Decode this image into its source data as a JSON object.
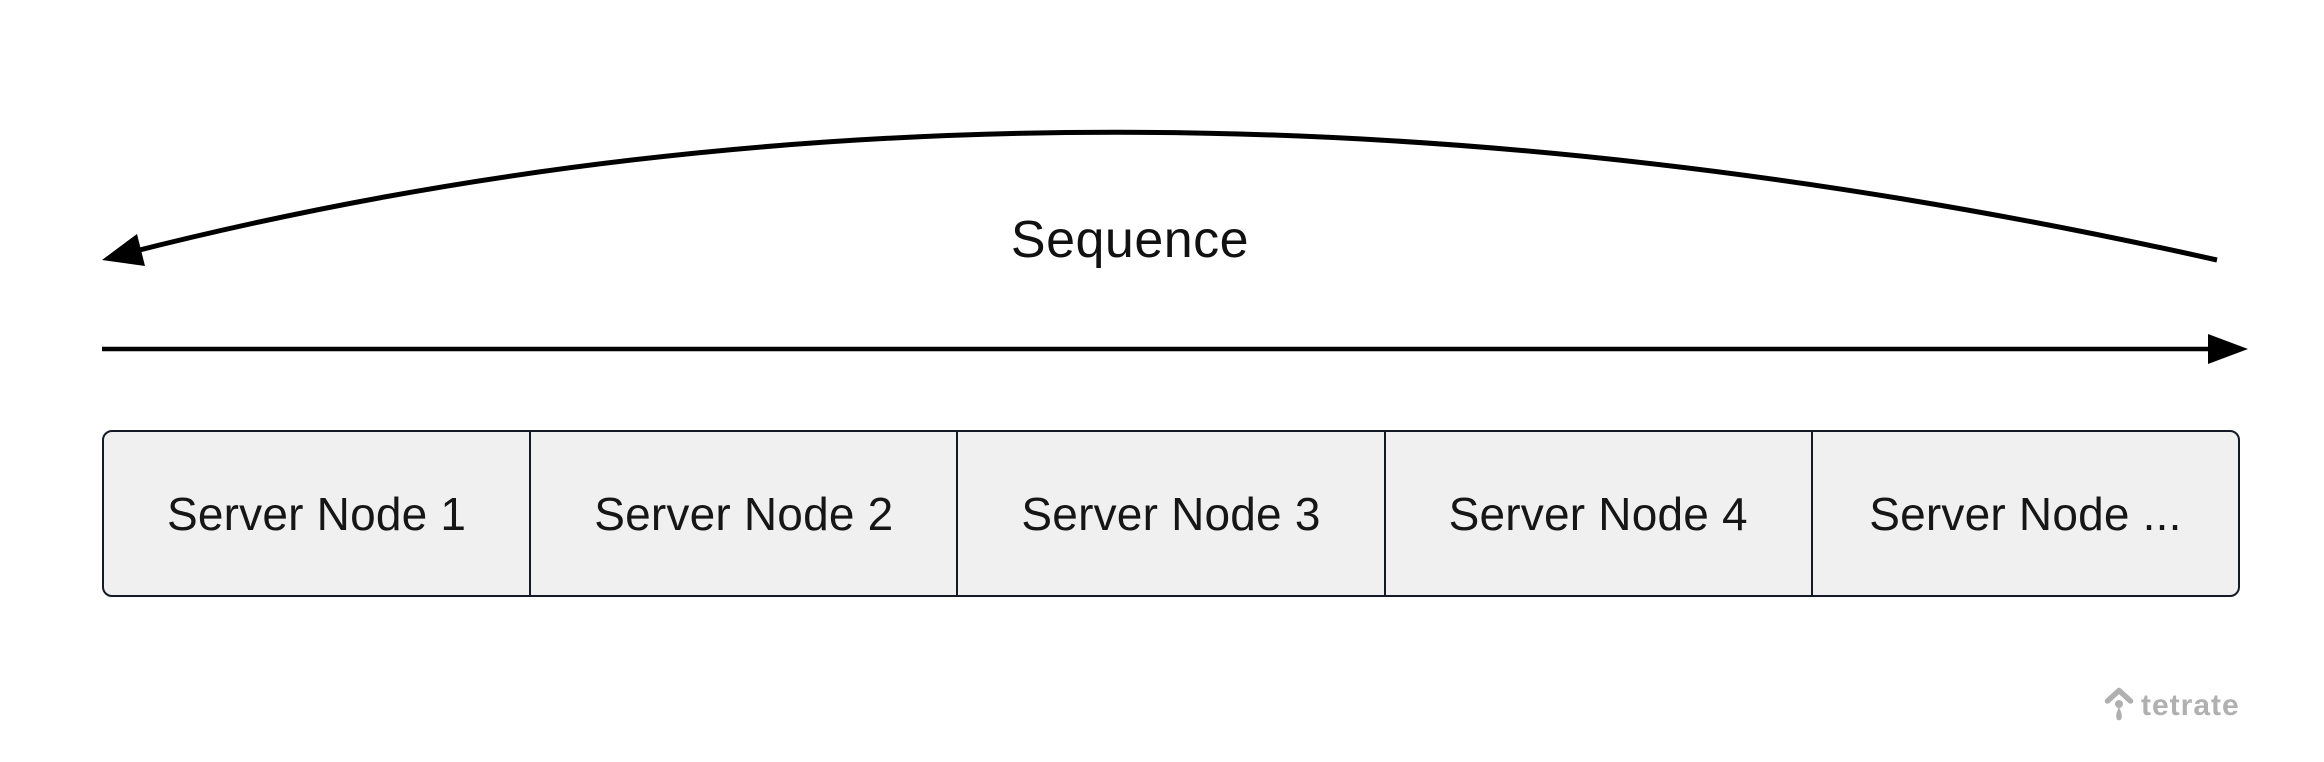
{
  "diagram": {
    "sequence_label": "Sequence",
    "nodes": [
      {
        "label": "Server Node 1"
      },
      {
        "label": "Server Node 2"
      },
      {
        "label": "Server Node 3"
      },
      {
        "label": "Server Node 4"
      },
      {
        "label": "Server Node ..."
      }
    ],
    "colors": {
      "canvas_bg": "#ffffff",
      "arrow_stroke": "#000000",
      "node_fill": "#f0f0f0",
      "node_border": "#141a28",
      "node_text": "#161616",
      "label_text": "#111111",
      "logo_gray": "#b0b0b0"
    }
  },
  "branding": {
    "logo_text": "tetrate",
    "logo_icon": "tetrate-mark-icon"
  }
}
